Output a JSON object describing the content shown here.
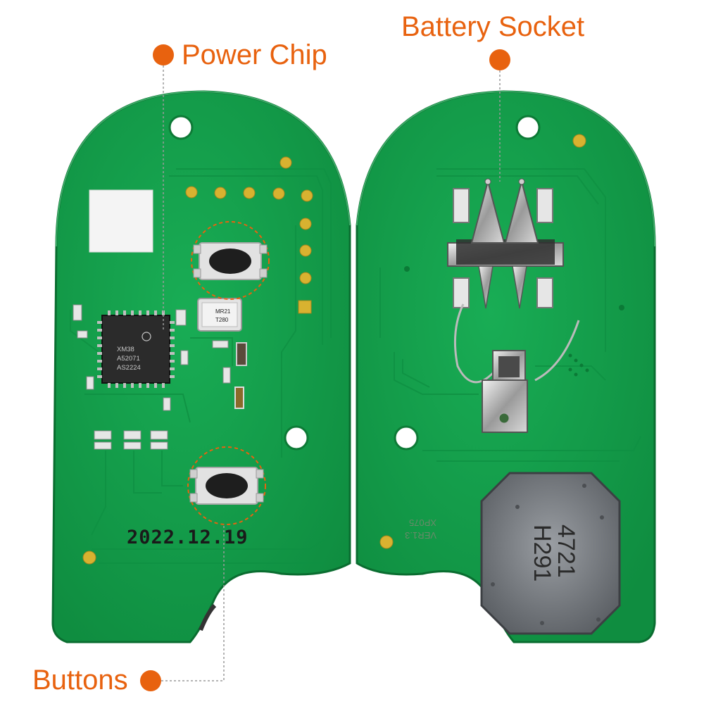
{
  "callouts": {
    "power_chip": "Power Chip",
    "battery_socket": "Battery Socket",
    "buttons": "Buttons"
  },
  "pcb_front": {
    "chip_line1": "XM38",
    "chip_line2": "A52071",
    "chip_line3": "AS2224",
    "crystal_line1": "MR21",
    "crystal_line2": "T280",
    "date_code": "2022.12.19"
  },
  "pcb_back": {
    "silk_line1": "XP075",
    "silk_line2": "VER1.3",
    "coil_line1": "4721",
    "coil_line2": "H291"
  },
  "colors": {
    "accent": "#e8620f",
    "pcb_green": "#14a04a",
    "pcb_edge": "#0d7f39",
    "copper_pad": "#c9a227"
  }
}
